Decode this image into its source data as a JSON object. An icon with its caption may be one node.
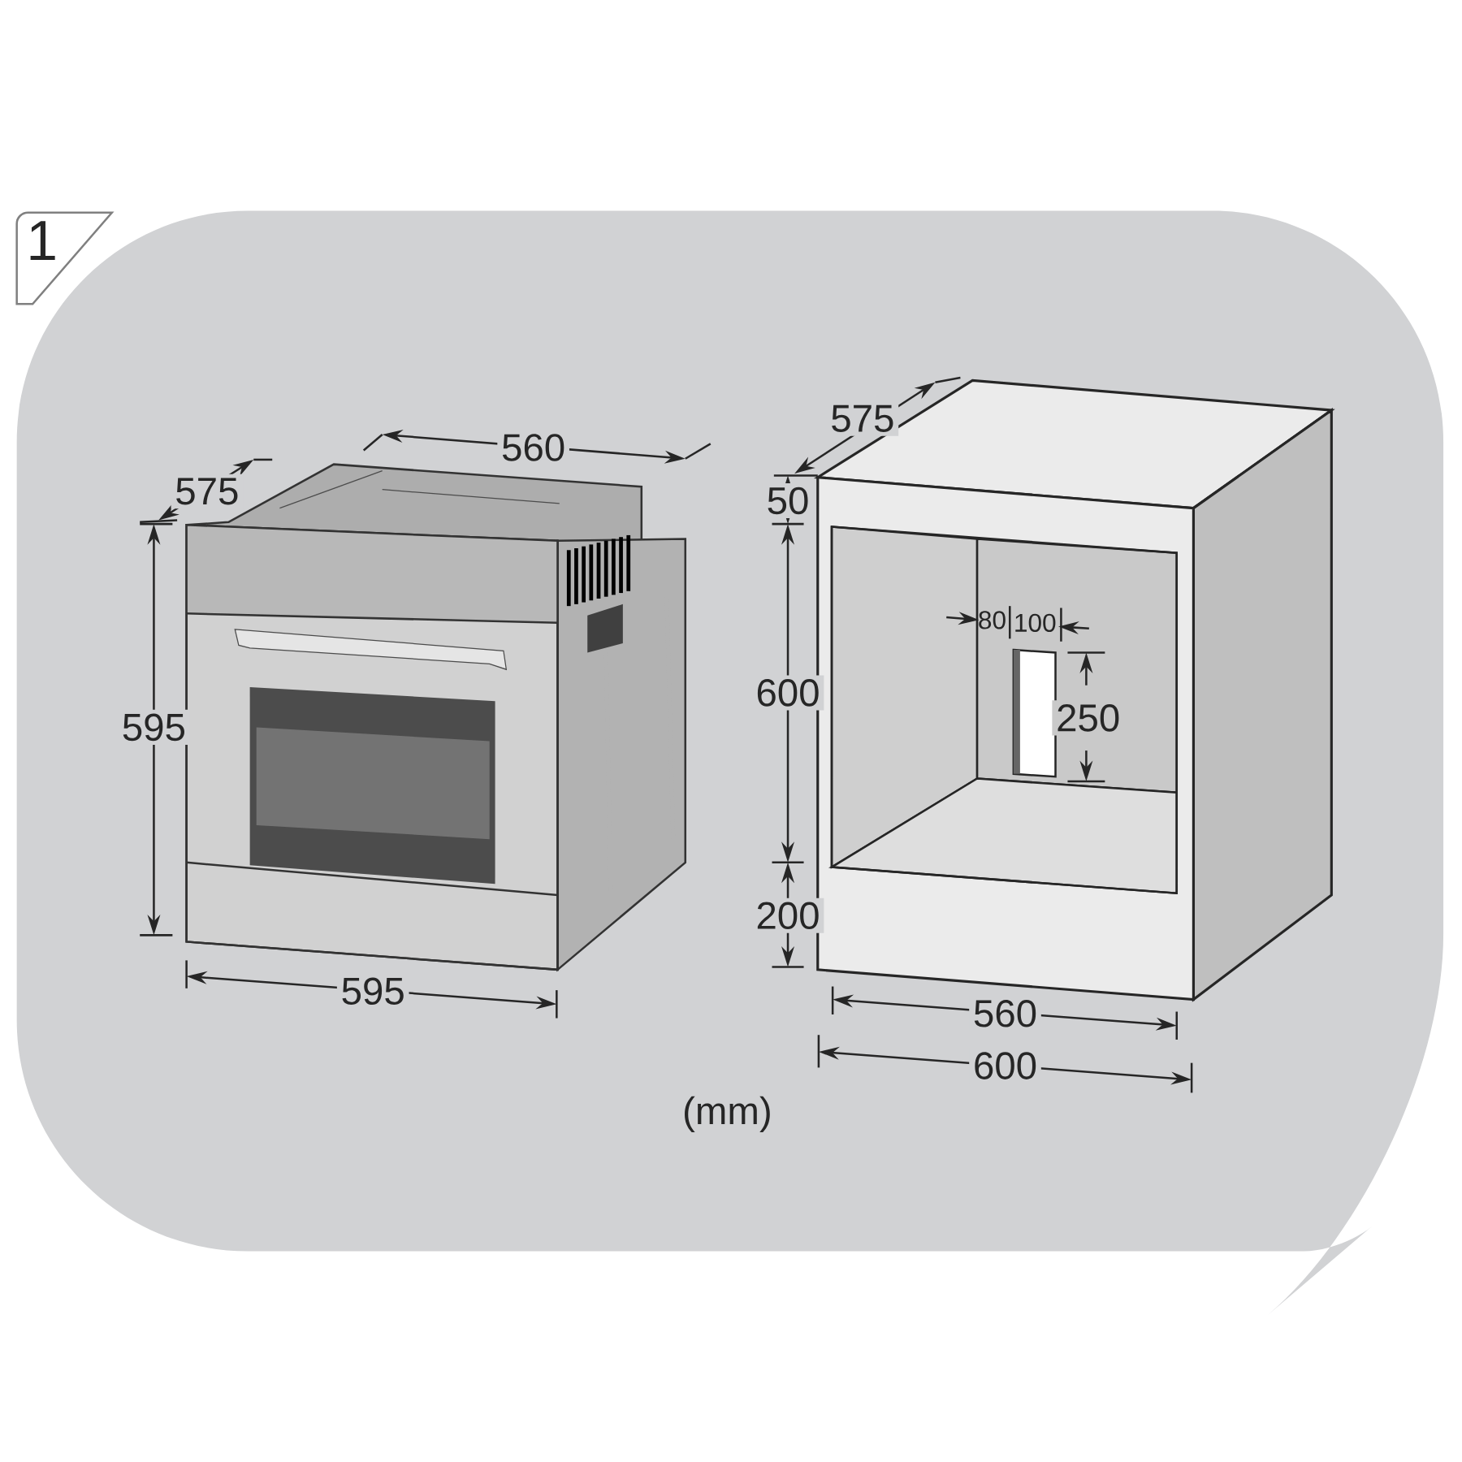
{
  "diagram": {
    "labels": [
      "1",
      "560",
      "575",
      "575",
      "50",
      "595",
      "600",
      "80",
      "100",
      "250",
      "200",
      "595",
      "560",
      "600",
      "(mm)"
    ]
  }
}
